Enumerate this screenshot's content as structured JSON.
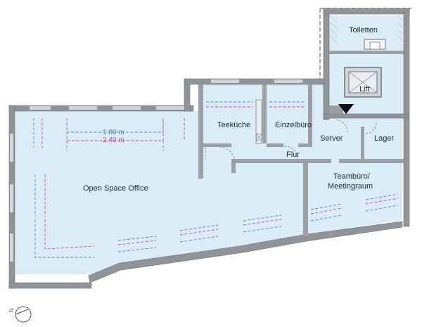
{
  "plan": {
    "rooms": {
      "open_space": "Open Space Office",
      "teekueche": "Teeküche",
      "einzelbuero": "Einzelbüro",
      "server": "Server",
      "lager": "Lager",
      "flur": "Flur",
      "teambuero_line1": "Teambüro/",
      "teambuero_line2": "Meetingraum",
      "toiletten": "Toiletten",
      "lift": "Lift"
    },
    "dimensions": {
      "blue": "1.80 m",
      "pink": "2.40 m"
    },
    "compass": {
      "north_label": "N"
    },
    "colors": {
      "floor": "#dcecf7",
      "wall": "#8f9499",
      "blue_line": "#4c86c8",
      "pink_line": "#c04c8c",
      "entrance_marker": "#111111"
    }
  }
}
